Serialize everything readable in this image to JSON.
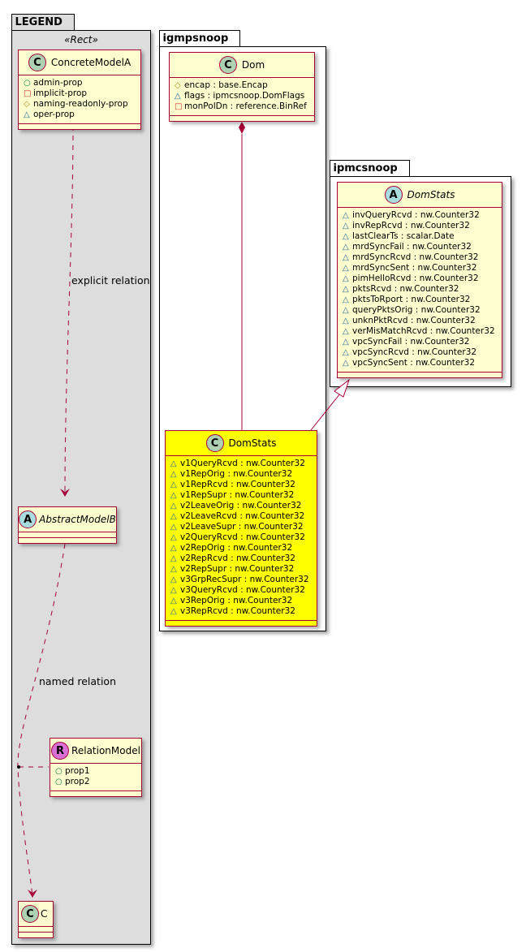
{
  "legend": {
    "package_name": "LEGEND",
    "stereotype": "«Rect»",
    "concrete_model": {
      "name": "ConcreteModelA",
      "kind": "C",
      "attributes": [
        {
          "vis": "○",
          "vis_name": "public",
          "color": "#038048",
          "text": "admin-prop"
        },
        {
          "vis": "□",
          "vis_name": "private",
          "color": "#c82930",
          "text": "implicit-prop"
        },
        {
          "vis": "◇",
          "vis_name": "protected",
          "color": "#b38d22",
          "text": "naming-readonly-prop"
        },
        {
          "vis": "△",
          "vis_name": "package",
          "color": "#1963a0",
          "text": "oper-prop"
        }
      ]
    },
    "abstract_model": {
      "name": "AbstractModelB",
      "kind": "A"
    },
    "relation_model": {
      "name": "RelationModel",
      "kind": "R",
      "attributes": [
        {
          "vis": "○",
          "color": "#038048",
          "text": "prop1"
        },
        {
          "vis": "○",
          "color": "#038048",
          "text": "prop2"
        }
      ]
    },
    "c_model": {
      "name": "C",
      "kind": "C"
    },
    "explicit_relation_label": "explicit relation",
    "named_relation_label": "named relation"
  },
  "igmpsnoop": {
    "package_name": "igmpsnoop",
    "dom": {
      "name": "Dom",
      "kind": "C",
      "attributes": [
        {
          "vis": "◇",
          "color": "#b38d22",
          "text": "encap : base.Encap"
        },
        {
          "vis": "△",
          "color": "#1963a0",
          "text": "flags : ipmcsnoop.DomFlags"
        },
        {
          "vis": "□",
          "color": "#c82930",
          "text": "monPolDn : reference.BinRef"
        }
      ]
    },
    "domstats": {
      "name": "DomStats",
      "kind": "C",
      "highlight_color": "#ffff00",
      "attributes": [
        {
          "vis": "△",
          "color": "#1963a0",
          "text": "v1QueryRcvd : nw.Counter32"
        },
        {
          "vis": "△",
          "color": "#1963a0",
          "text": "v1RepOrig : nw.Counter32"
        },
        {
          "vis": "△",
          "color": "#1963a0",
          "text": "v1RepRcvd : nw.Counter32"
        },
        {
          "vis": "△",
          "color": "#1963a0",
          "text": "v1RepSupr : nw.Counter32"
        },
        {
          "vis": "△",
          "color": "#1963a0",
          "text": "v2LeaveOrig : nw.Counter32"
        },
        {
          "vis": "△",
          "color": "#1963a0",
          "text": "v2LeaveRcvd : nw.Counter32"
        },
        {
          "vis": "△",
          "color": "#1963a0",
          "text": "v2LeaveSupr : nw.Counter32"
        },
        {
          "vis": "△",
          "color": "#1963a0",
          "text": "v2QueryRcvd : nw.Counter32"
        },
        {
          "vis": "△",
          "color": "#1963a0",
          "text": "v2RepOrig : nw.Counter32"
        },
        {
          "vis": "△",
          "color": "#1963a0",
          "text": "v2RepRcvd : nw.Counter32"
        },
        {
          "vis": "△",
          "color": "#1963a0",
          "text": "v2RepSupr : nw.Counter32"
        },
        {
          "vis": "△",
          "color": "#1963a0",
          "text": "v3GrpRecSupr : nw.Counter32"
        },
        {
          "vis": "△",
          "color": "#1963a0",
          "text": "v3QueryRcvd : nw.Counter32"
        },
        {
          "vis": "△",
          "color": "#1963a0",
          "text": "v3RepOrig : nw.Counter32"
        },
        {
          "vis": "△",
          "color": "#1963a0",
          "text": "v3RepRcvd : nw.Counter32"
        }
      ]
    }
  },
  "ipmcsnoop": {
    "package_name": "ipmcsnoop",
    "domstats": {
      "name": "DomStats",
      "kind": "A",
      "attributes": [
        {
          "vis": "△",
          "color": "#1963a0",
          "text": "invQueryRcvd : nw.Counter32"
        },
        {
          "vis": "△",
          "color": "#1963a0",
          "text": "invRepRcvd : nw.Counter32"
        },
        {
          "vis": "△",
          "color": "#1963a0",
          "text": "lastClearTs : scalar.Date"
        },
        {
          "vis": "△",
          "color": "#1963a0",
          "text": "mrdSyncFail : nw.Counter32"
        },
        {
          "vis": "△",
          "color": "#1963a0",
          "text": "mrdSyncRcvd : nw.Counter32"
        },
        {
          "vis": "△",
          "color": "#1963a0",
          "text": "mrdSyncSent : nw.Counter32"
        },
        {
          "vis": "△",
          "color": "#1963a0",
          "text": "pimHelloRcvd : nw.Counter32"
        },
        {
          "vis": "△",
          "color": "#1963a0",
          "text": "pktsRcvd : nw.Counter32"
        },
        {
          "vis": "△",
          "color": "#1963a0",
          "text": "pktsToRport : nw.Counter32"
        },
        {
          "vis": "△",
          "color": "#1963a0",
          "text": "queryPktsOrig : nw.Counter32"
        },
        {
          "vis": "△",
          "color": "#1963a0",
          "text": "unknPktRcvd : nw.Counter32"
        },
        {
          "vis": "△",
          "color": "#1963a0",
          "text": "verMisMatchRcvd : nw.Counter32"
        },
        {
          "vis": "△",
          "color": "#1963a0",
          "text": "vpcSyncFail : nw.Counter32"
        },
        {
          "vis": "△",
          "color": "#1963a0",
          "text": "vpcSyncRcvd : nw.Counter32"
        },
        {
          "vis": "△",
          "color": "#1963a0",
          "text": "vpcSyncSent : nw.Counter32"
        }
      ]
    }
  },
  "colors": {
    "border": "#a80036",
    "class_bg": "#fefece",
    "legend_bg": "#dddddd",
    "line": "#a80036"
  }
}
